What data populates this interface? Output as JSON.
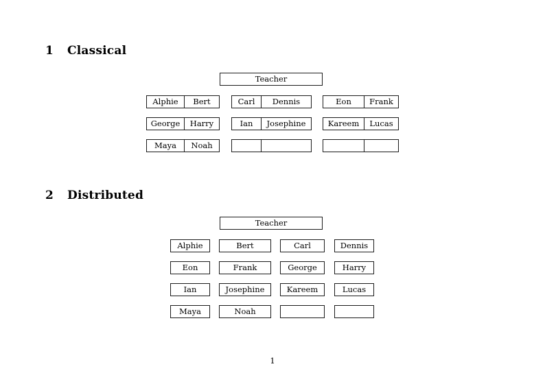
{
  "document": {
    "page_number": "1"
  },
  "sections": [
    {
      "number": "1",
      "title": "Classical",
      "teacher_label": "Teacher",
      "layout": "grouped",
      "groups": [
        {
          "name": "left",
          "rows": [
            [
              "Alphie",
              "Bert"
            ],
            [
              "George",
              "Harry"
            ],
            [
              "Maya",
              "Noah"
            ]
          ]
        },
        {
          "name": "middle",
          "rows": [
            [
              "Carl",
              "Dennis"
            ],
            [
              "Ian",
              "Josephine"
            ],
            [
              "",
              ""
            ]
          ]
        },
        {
          "name": "right",
          "rows": [
            [
              "Eon",
              "Frank"
            ],
            [
              "Kareem",
              "Lucas"
            ],
            [
              "",
              ""
            ]
          ]
        }
      ]
    },
    {
      "number": "2",
      "title": "Distributed",
      "teacher_label": "Teacher",
      "layout": "individual",
      "rows": [
        [
          "Alphie",
          "Bert",
          "Carl",
          "Dennis"
        ],
        [
          "Eon",
          "Frank",
          "George",
          "Harry"
        ],
        [
          "Ian",
          "Josephine",
          "Kareem",
          "Lucas"
        ],
        [
          "Maya",
          "Noah",
          "",
          ""
        ]
      ]
    }
  ],
  "colors": {
    "page_background": "#ffffff",
    "text": "#000000",
    "box_border": "#1a1a1a"
  }
}
